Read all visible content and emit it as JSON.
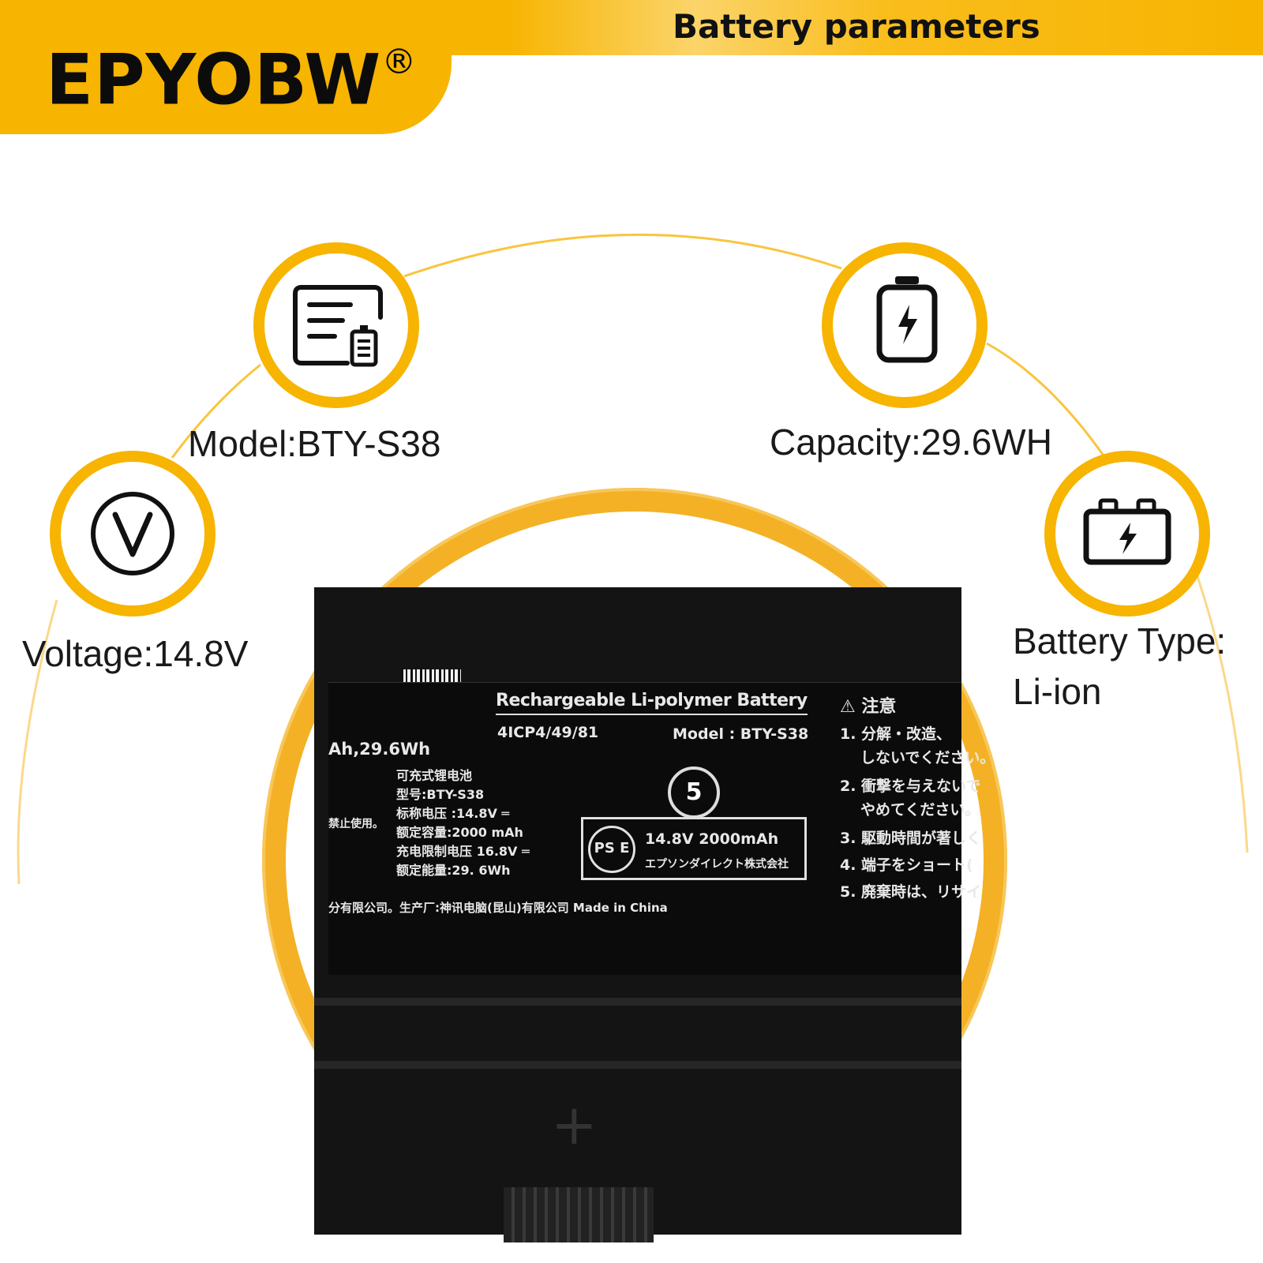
{
  "header": {
    "brand": "EPYOBW",
    "brand_mark": "®",
    "title": "Battery parameters"
  },
  "colors": {
    "accent": "#f7b400",
    "text": "#1a1a1a",
    "label_background": "#0b0b0b"
  },
  "specs": {
    "model": "Model:BTY-S38",
    "capacity": "Capacity:29.6WH",
    "voltage": "Voltage:14.8V",
    "battery_type_line1": "Battery Type:",
    "battery_type_line2": "Li-ion"
  },
  "icons": {
    "model": "document-battery-icon",
    "capacity": "battery-charging-icon",
    "voltage": "voltage-v-icon",
    "battery_type": "car-battery-icon"
  },
  "battery_label": {
    "title": "Rechargeable Li-polymer Battery",
    "cell_code": "4ICP4/49/81",
    "model": "Model : BTY-S38",
    "energy_partial": "Ah,29.6Wh",
    "cn_lines": [
      "可充式锂电池",
      "型号:BTY-S38",
      "标称电压 :14.8V ═",
      "额定容量:2000 mAh",
      "充电限制电压 16.8V ═",
      "额定能量:29. 6Wh"
    ],
    "cn_ban": "禁止使用。",
    "footer": "分有限公司。生产厂:神讯电脑(昆山)有限公司  Made in China",
    "recycle_number": "5",
    "pse_logo": "PS E",
    "pse_spec": "14.8V   2000mAh",
    "pse_company": "エプソンダイレクト株式会社",
    "warning_title": "⚠ 注意",
    "warning_lines": [
      "1. 分解・改造、",
      "しないでください。",
      "2. 衝撃を与えないで",
      "やめてください。",
      "3. 駆動時間が著しく",
      "4. 端子をショート(",
      "5. 廃棄時は、リサイ"
    ]
  }
}
